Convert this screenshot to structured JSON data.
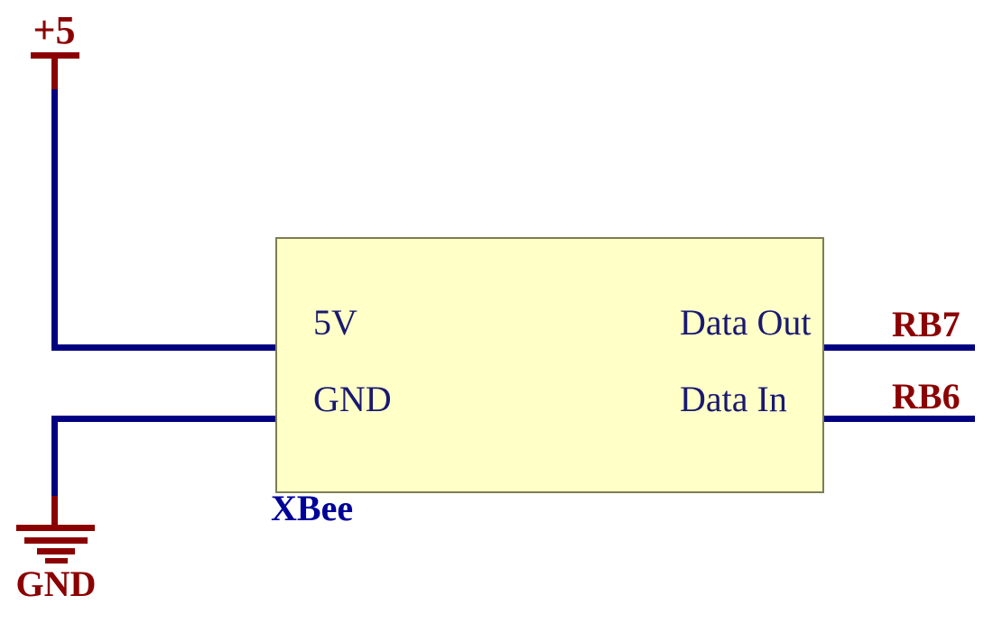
{
  "diagram": {
    "type": "circuit-schematic",
    "colors": {
      "background": "#ffffff",
      "wire": "#000080",
      "power_net": "#8b0000",
      "pin_label": "#191970",
      "component_fill": "#ffffc8",
      "component_border": "#7d7d52",
      "component_label": "#000099"
    },
    "power": {
      "label": "+5"
    },
    "ground": {
      "label": "GND"
    },
    "component": {
      "label": "XBee",
      "pins": {
        "left": [
          {
            "name": "5V"
          },
          {
            "name": "GND"
          }
        ],
        "right": [
          {
            "name": "Data Out",
            "net": "RB7"
          },
          {
            "name": "Data In",
            "net": "RB6"
          }
        ]
      }
    }
  }
}
